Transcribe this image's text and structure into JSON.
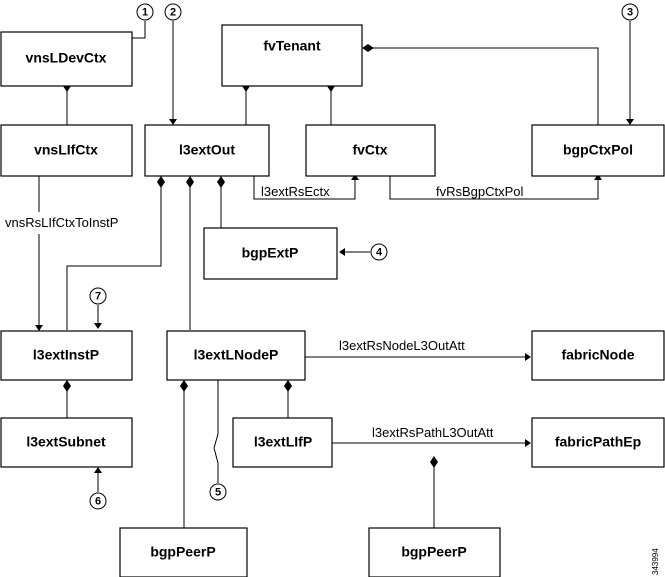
{
  "boxes": {
    "vnsLDevCtx": "vnsLDevCtx",
    "vnsLIfCtx": "vnsLIfCtx",
    "fvTenant": "fvTenant",
    "l3extOut": "l3extOut",
    "fvCtx": "fvCtx",
    "bgpCtxPol": "bgpCtxPol",
    "bgpExtP": "bgpExtP",
    "l3extInstP": "l3extInstP",
    "l3extLNodeP": "l3extLNodeP",
    "fabricNode": "fabricNode",
    "l3extSubnet": "l3extSubnet",
    "l3extLIfP": "l3extLIfP",
    "fabricPathEp": "fabricPathEp",
    "bgpPeerP_left": "bgpPeerP",
    "bgpPeerP_right": "bgpPeerP"
  },
  "relations": {
    "l3extRsEctx": "l3extRsEctx",
    "fvRsBgpCtxPol": "fvRsBgpCtxPol",
    "vnsRsLIfCtxToInstP": "vnsRsLIfCtxToInstP",
    "l3extRsNodeL3OutAtt": "l3extRsNodeL3OutAtt",
    "l3extRsPathL3OutAtt": "l3extRsPathL3OutAtt"
  },
  "callouts": {
    "c1": "1",
    "c2": "2",
    "c3": "3",
    "c4": "4",
    "c5": "5",
    "c6": "6",
    "c7": "7"
  },
  "figure_id": "343994"
}
